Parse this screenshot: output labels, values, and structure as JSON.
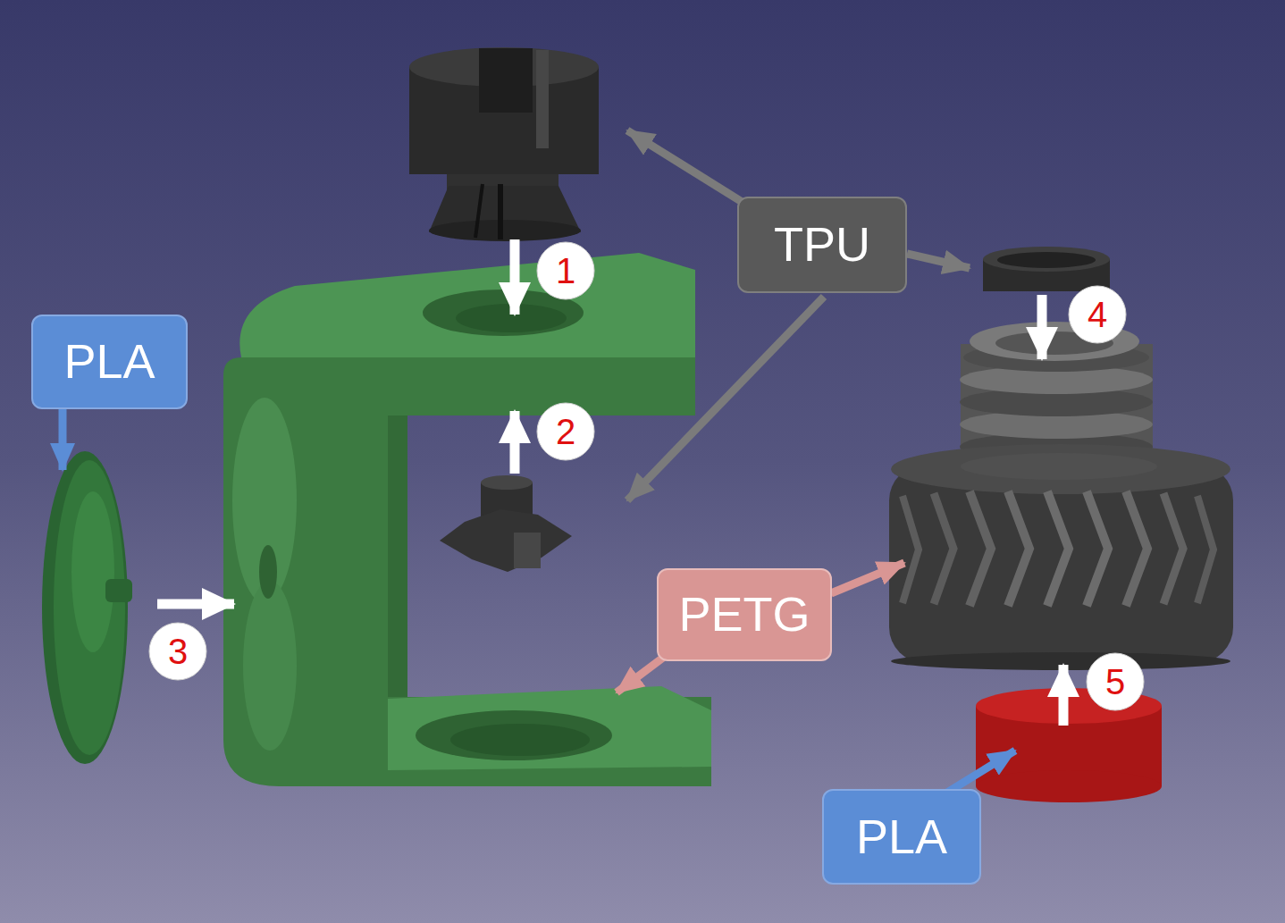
{
  "diagram": {
    "nodes": [
      {
        "text": [
          "TPU"
        ]
      },
      {
        "text": [
          "1"
        ]
      },
      {
        "text": [
          "PLA"
        ]
      },
      {
        "text": [
          "4"
        ]
      },
      {
        "text": [
          "2"
        ]
      },
      {
        "text": [
          "PETG"
        ]
      },
      {
        "text": [
          "3"
        ]
      },
      {
        "text": [
          "5"
        ]
      },
      {
        "text": [
          "PLA"
        ]
      }
    ]
  }
}
